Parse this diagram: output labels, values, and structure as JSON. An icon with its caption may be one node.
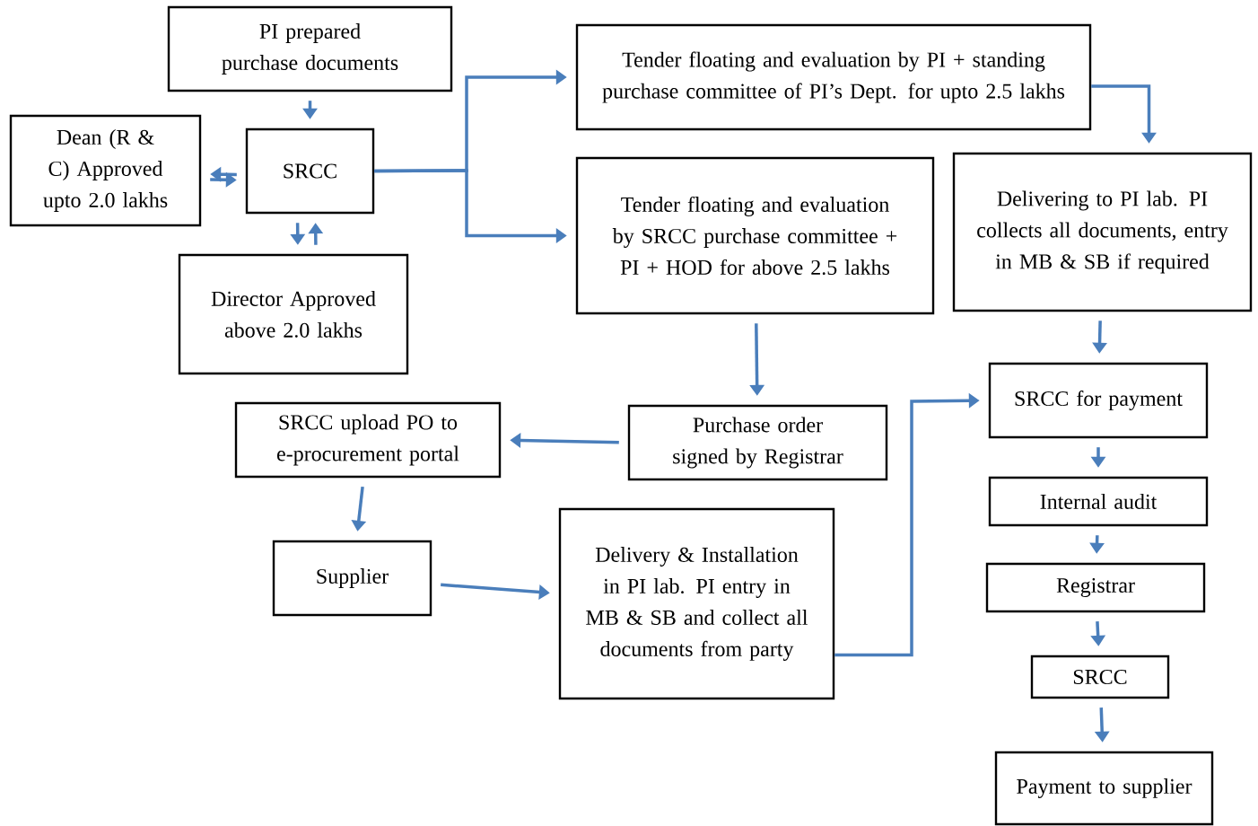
{
  "diagram": {
    "nodes": [
      {
        "text": [
          "PI prepared purchase documents"
        ]
      },
      {
        "text": [
          "Dean (R & C) Approved upto 2.0 lakhs"
        ]
      },
      {
        "text": [
          "SRCC"
        ]
      },
      {
        "text": [
          "Director Approved above 2.0 lakhs"
        ]
      },
      {
        "text": [
          "Tender floating and evaluation by PI + standing purchase committee of PI’s Dept. for upto 2.5 lakhs"
        ]
      },
      {
        "text": [
          "Tender floating and evaluation by SRCC purchase committee + PI + HOD for above 2.5 lakhs"
        ]
      },
      {
        "text": [
          "Delivering to PI lab. PI collects all documents, entry in MB & SB if required"
        ]
      },
      {
        "text": [
          "SRCC upload PO to e-procurement portal"
        ]
      },
      {
        "text": [
          "Purchase order signed by Registrar"
        ]
      },
      {
        "text": [
          "Supplier"
        ]
      },
      {
        "text": [
          "Delivery & Installation in PI lab. PI entry in MB & SB and collect all documents from party"
        ]
      },
      {
        "text": [
          "SRCC for payment"
        ]
      },
      {
        "text": [
          "Internal audit"
        ]
      },
      {
        "text": [
          "Registrar"
        ]
      },
      {
        "text": [
          "SRCC"
        ]
      },
      {
        "text": [
          "Payment to supplier"
        ]
      }
    ],
    "edges": [
      {
        "from": 0,
        "to": 2,
        "arrow": "to"
      },
      {
        "from": 1,
        "to": 2,
        "arrow": "to"
      },
      {
        "from": 2,
        "to": 1,
        "arrow": "to"
      },
      {
        "from": 2,
        "to": 3,
        "arrow": "to"
      },
      {
        "from": 3,
        "to": 2,
        "arrow": "to"
      },
      {
        "from": 2,
        "to": 4,
        "arrow": "to"
      },
      {
        "from": 2,
        "to": 5,
        "arrow": "to"
      },
      {
        "from": 4,
        "to": 6,
        "arrow": "to"
      },
      {
        "from": 6,
        "to": 11,
        "arrow": "to"
      },
      {
        "from": 5,
        "to": 8,
        "arrow": "to"
      },
      {
        "from": 8,
        "to": 7,
        "arrow": "to"
      },
      {
        "from": 7,
        "to": 9,
        "arrow": "to"
      },
      {
        "from": 9,
        "to": 10,
        "arrow": "to"
      },
      {
        "from": 10,
        "to": 11,
        "arrow": "to"
      },
      {
        "from": 11,
        "to": 12,
        "arrow": "to"
      },
      {
        "from": 12,
        "to": 13,
        "arrow": "to"
      },
      {
        "from": 13,
        "to": 14,
        "arrow": "to"
      },
      {
        "from": 14,
        "to": 15,
        "arrow": "to"
      }
    ]
  }
}
